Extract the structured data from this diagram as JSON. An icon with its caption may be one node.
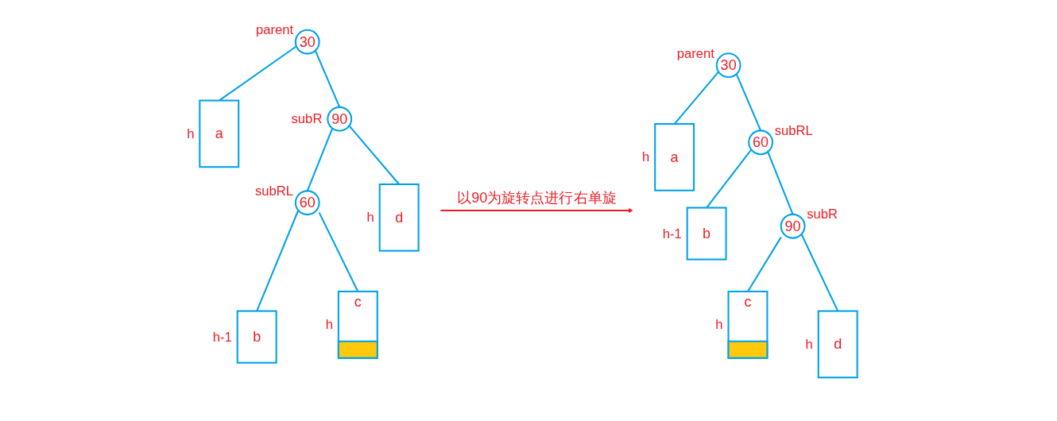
{
  "diagram": {
    "nodes": [
      {
        "text": [
          "30"
        ],
        "beside": [
          "parent"
        ]
      },
      {
        "text": [
          "a"
        ],
        "beside": [
          "h"
        ]
      },
      {
        "text": [
          "90"
        ],
        "beside": [
          "subR"
        ]
      },
      {
        "text": [
          "60"
        ],
        "beside": [
          "subRL"
        ]
      },
      {
        "text": [
          "d"
        ],
        "beside": [
          "h"
        ]
      },
      {
        "text": [
          "b"
        ],
        "beside": [
          "h-1"
        ]
      },
      {
        "text": [
          "c"
        ],
        "beside": [
          "h"
        ]
      },
      {
        "text": [],
        "shape": "bar",
        "in": 6
      },
      {
        "text": [
          "30"
        ],
        "beside": [
          "parent"
        ]
      },
      {
        "text": [
          "a"
        ],
        "beside": [
          "h"
        ]
      },
      {
        "text": [
          "60"
        ],
        "beside": [
          "subRL"
        ]
      },
      {
        "text": [
          "b"
        ],
        "beside": [
          "h-1"
        ]
      },
      {
        "text": [
          "90"
        ],
        "beside": [
          "subR"
        ]
      },
      {
        "text": [
          "c"
        ],
        "beside": [
          "h"
        ]
      },
      {
        "text": [],
        "shape": "bar",
        "in": 13
      },
      {
        "text": [
          "d"
        ],
        "beside": [
          "h"
        ]
      }
    ],
    "edges": [
      {
        "from": 0,
        "to": 1,
        "arrow": "none"
      },
      {
        "from": 0,
        "to": 2,
        "arrow": "none"
      },
      {
        "from": 2,
        "to": 3,
        "arrow": "none"
      },
      {
        "from": 2,
        "to": 4,
        "arrow": "none"
      },
      {
        "from": 3,
        "to": 5,
        "arrow": "none"
      },
      {
        "from": 3,
        "to": 6,
        "arrow": "none"
      },
      {
        "from": 8,
        "to": 9,
        "arrow": "none"
      },
      {
        "from": 8,
        "to": 10,
        "arrow": "none"
      },
      {
        "from": 10,
        "to": 11,
        "arrow": "none"
      },
      {
        "from": 10,
        "to": 12,
        "arrow": "none"
      },
      {
        "from": 12,
        "to": 13,
        "arrow": "none"
      },
      {
        "from": 12,
        "to": 15,
        "arrow": "none"
      }
    ],
    "labels": [
      "以90为旋转点进行右单旋"
    ]
  }
}
